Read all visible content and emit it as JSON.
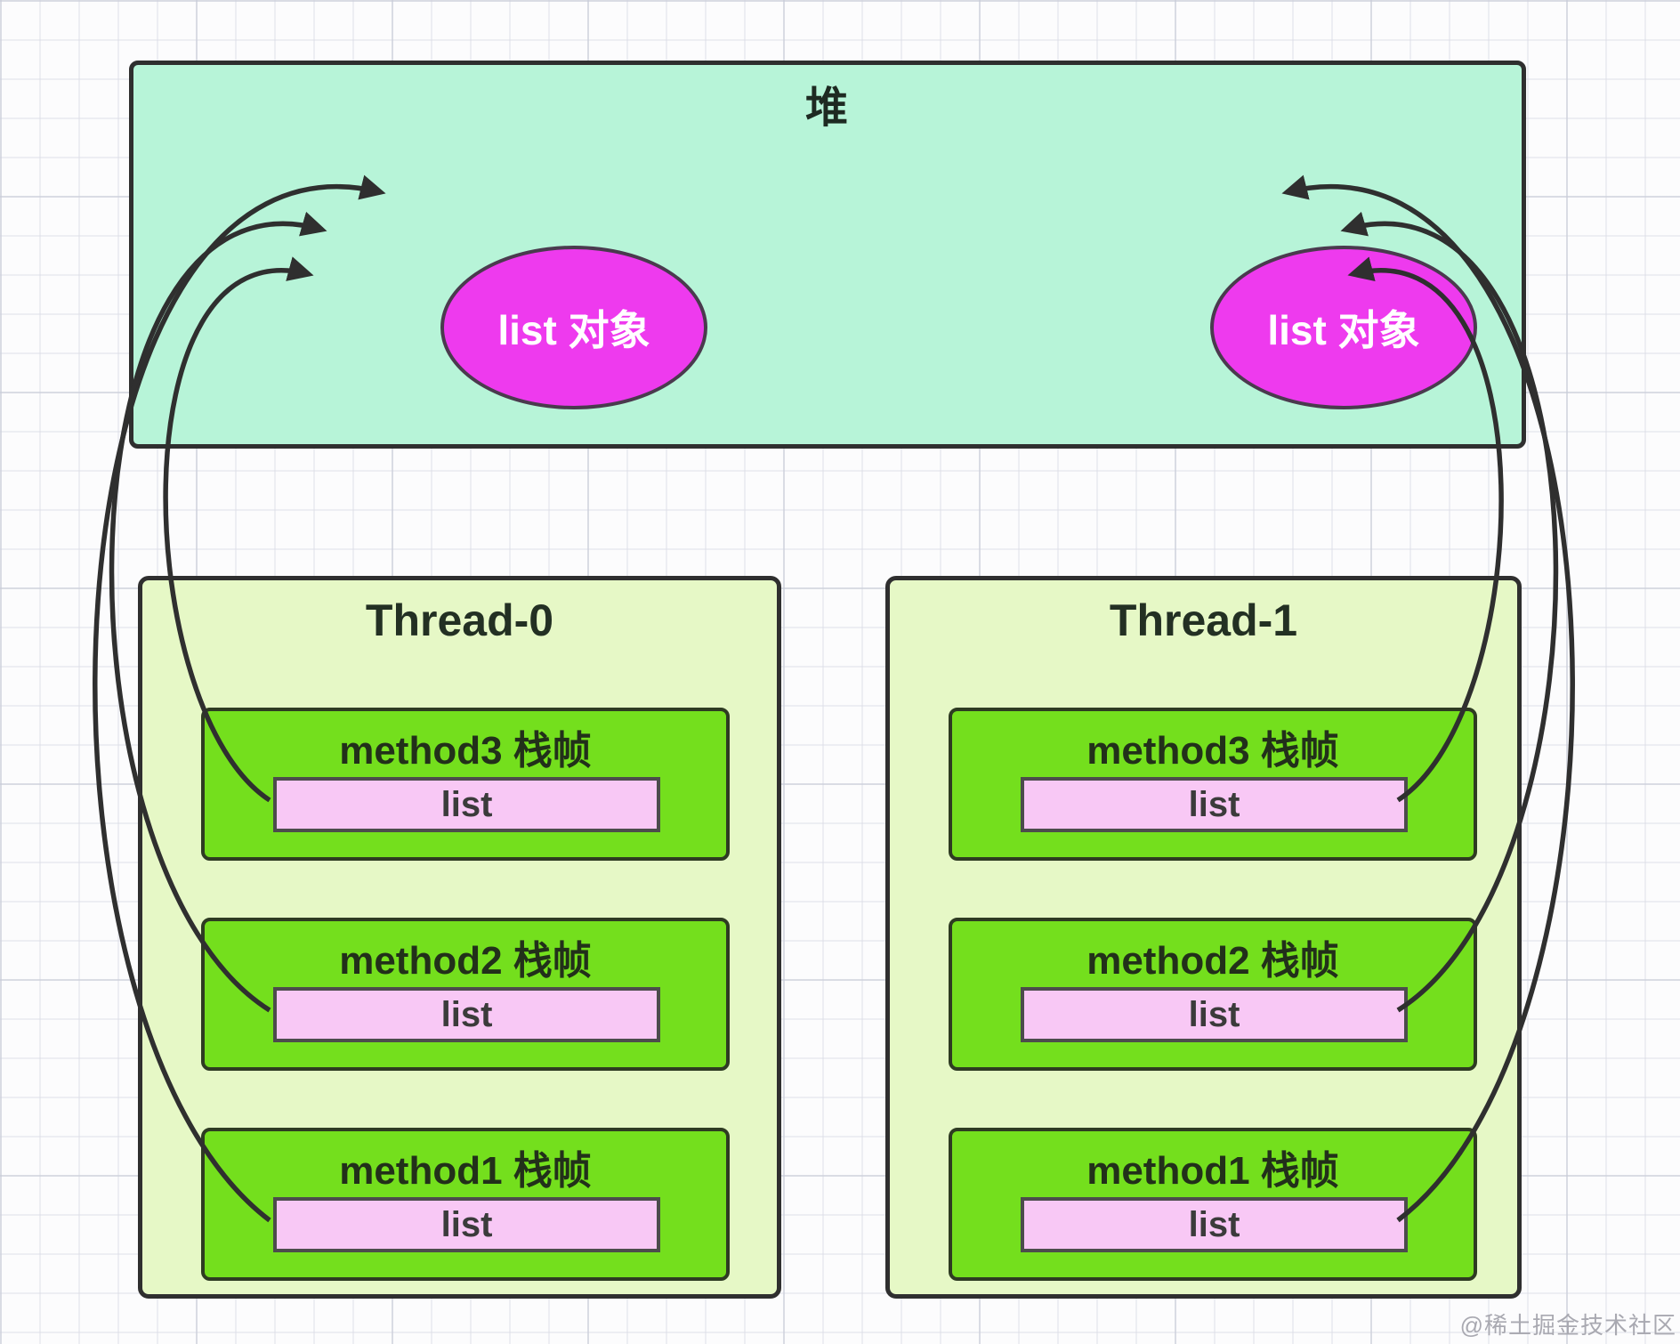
{
  "heap": {
    "label": "堆",
    "objects": [
      {
        "label": "list 对象"
      },
      {
        "label": "list 对象"
      }
    ]
  },
  "threads": [
    {
      "name": "Thread-0",
      "frames": [
        {
          "label": "method3 栈帧",
          "variable": "list"
        },
        {
          "label": "method2 栈帧",
          "variable": "list"
        },
        {
          "label": "method1 栈帧",
          "variable": "list"
        }
      ]
    },
    {
      "name": "Thread-1",
      "frames": [
        {
          "label": "method3 栈帧",
          "variable": "list"
        },
        {
          "label": "method2 栈帧",
          "variable": "list"
        },
        {
          "label": "method1 栈帧",
          "variable": "list"
        }
      ]
    }
  ],
  "watermark": "@稀土掘金技术社区",
  "theme": {
    "heap-fill": "#b7f4d8",
    "thread-fill": "#e6f8c6",
    "frame-fill": "#74df1d",
    "frame-stroke": "#2e3b22",
    "var-fill": "#f8c8f5",
    "object-fill": "#ee3aee",
    "object-stroke": "#4a3a4e",
    "stroke-color": "#2f2f2f"
  }
}
